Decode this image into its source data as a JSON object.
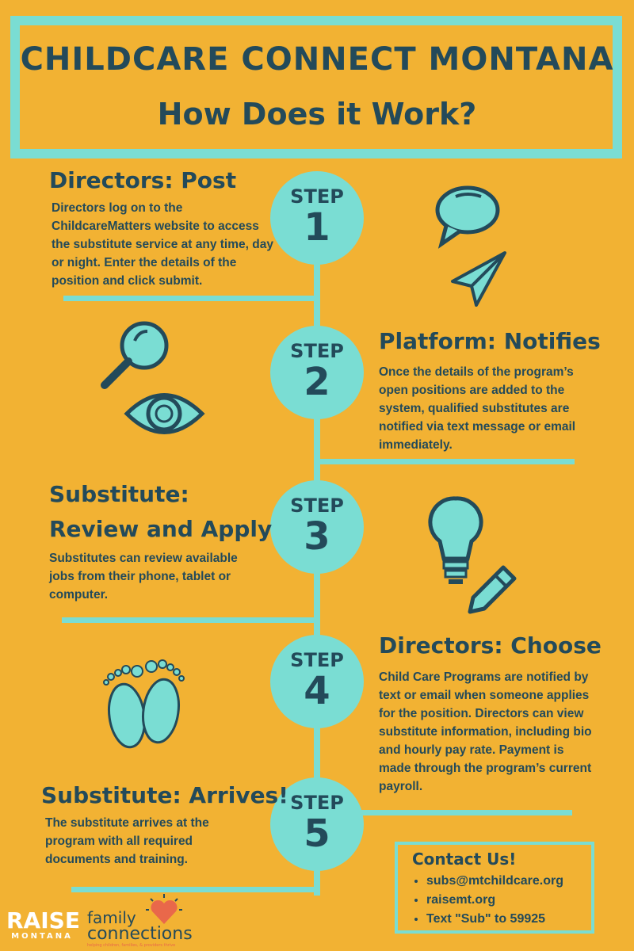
{
  "header": {
    "title": "CHILDCARE CONNECT MONTANA",
    "subtitle": "How Does it Work?"
  },
  "colors": {
    "background": "#F2B233",
    "accent": "#7ADDD3",
    "text": "#234A5A"
  },
  "step_label": "STEP",
  "steps": [
    {
      "number": "1",
      "heading": "Directors: Post",
      "text": "Directors log on to the ChildcareMatters website to access the substitute service at any time, day or night. Enter the details of the position and click submit.",
      "icons": [
        "speech-bubble-icon",
        "paper-plane-icon"
      ]
    },
    {
      "number": "2",
      "heading": "Platform: Notifies",
      "text": "Once the details of the program’s open positions are added to the system, qualified substitutes are notified via text message or email immediately.",
      "icons": [
        "magnifying-glass-icon",
        "eye-icon"
      ]
    },
    {
      "number": "3",
      "heading": "Substitute: Review and Apply",
      "text": "Substitutes can review available jobs from their phone, tablet or computer.",
      "icons": [
        "lightbulb-icon",
        "pencil-icon"
      ]
    },
    {
      "number": "4",
      "heading": "Directors: Choose",
      "text": "Child Care Programs are notified by text or email when someone applies for the position. Directors can view substitute information, including bio and hourly pay rate. Payment is made through the program’s current payroll.",
      "icons": [
        "footprints-icon"
      ]
    },
    {
      "number": "5",
      "heading": "Substitute: Arrives!",
      "text": "The substitute arrives at the program with all required documents and training."
    }
  ],
  "contact": {
    "title": "Contact Us!",
    "items": [
      "subs@mtchildcare.org",
      "raisemt.org",
      "Text \"Sub\" to 59925"
    ]
  },
  "logos": {
    "raise": "RAISE MONTANA",
    "family": "family connections",
    "family_tagline": "helping children, families, & providers thrive"
  }
}
